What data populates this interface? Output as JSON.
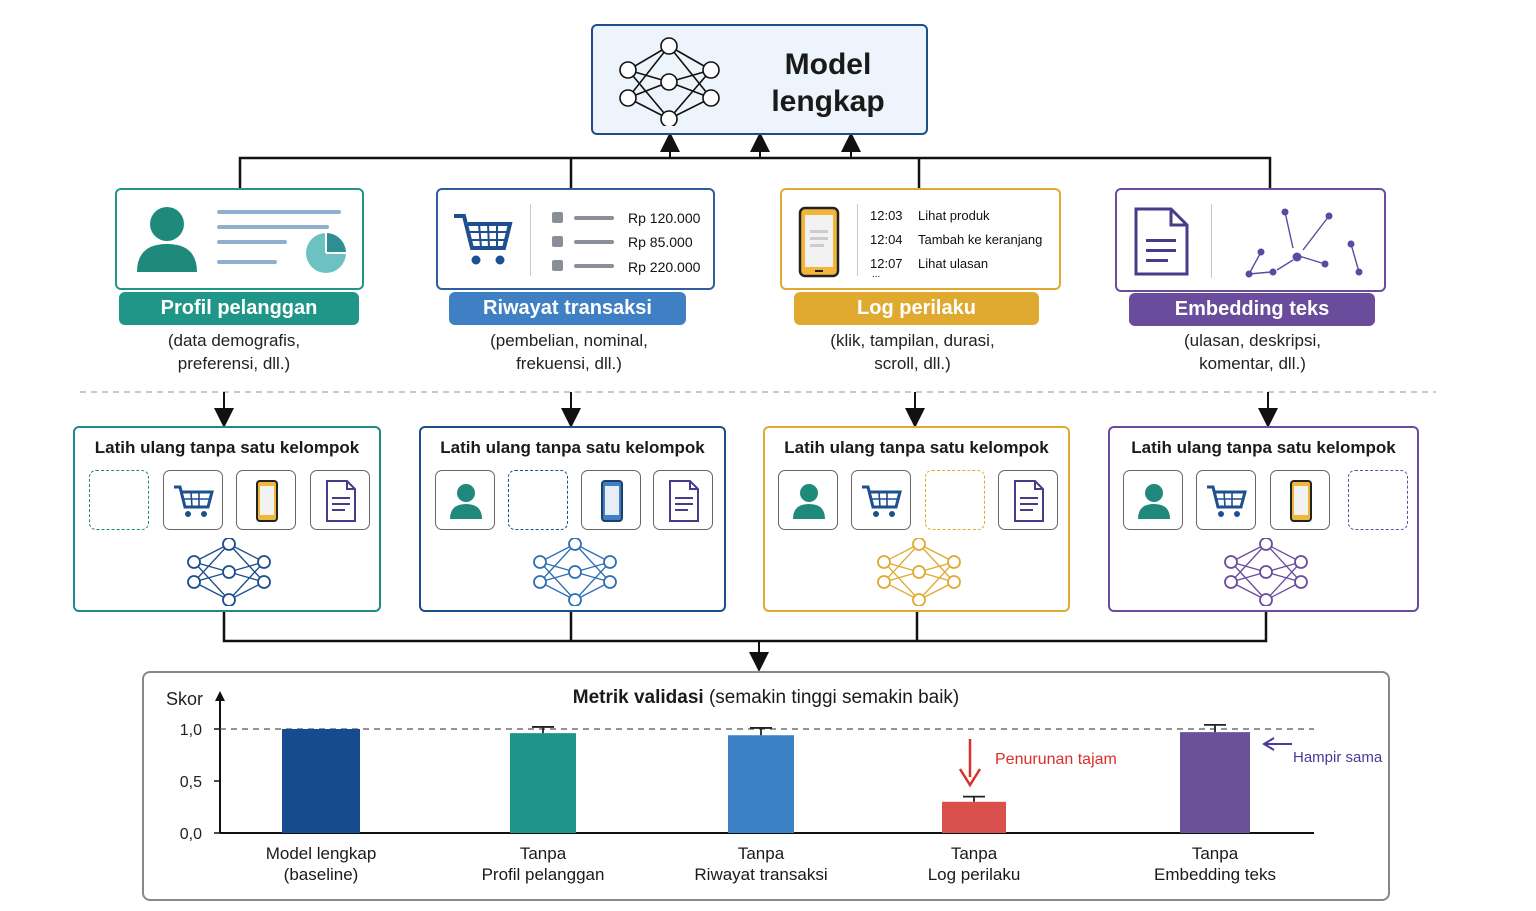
{
  "top": {
    "title_line1": "Model",
    "title_line2": "lengkap"
  },
  "groups": [
    {
      "label": "Profil pelanggan",
      "desc1": "(data demografis,",
      "desc2": "preferensi, dll.)",
      "color": "#1f9688"
    },
    {
      "label": "Riwayat transaksi",
      "desc1": "(pembelian, nominal,",
      "desc2": "frekuensi, dll.)",
      "color": "#3f7fc4"
    },
    {
      "label": "Log perilaku",
      "desc1": "(klik, tampilan, durasi,",
      "desc2": "scroll, dll.)",
      "color": "#e0aa31"
    },
    {
      "label": "Embedding teks",
      "desc1": "(ulasan, deskripsi,",
      "desc2": "komentar, dll.)",
      "color": "#6a4c9c"
    }
  ],
  "transactions": [
    "Rp 120.000",
    "Rp 85.000",
    "Rp 220.000"
  ],
  "log": [
    {
      "time": "12:03",
      "event": "Lihat produk"
    },
    {
      "time": "12:04",
      "event": "Tambah ke keranjang"
    },
    {
      "time": "12:07",
      "event": "Lihat ulasan"
    }
  ],
  "log_more": "...",
  "retrain_title": "Latih ulang tanpa satu kelompok",
  "colors": {
    "profil": "#1f9688",
    "transaksi": "#3f7fc4",
    "log": "#e0aa31",
    "teks": "#6a4c9c",
    "baseline": "#164b8f",
    "drop": "#d9504c",
    "border_retrain_1": "#1f8a88",
    "border_retrain_2": "#1d4e8c",
    "border_retrain_3": "#e0aa31",
    "border_retrain_4": "#6a4c9c"
  },
  "chart_data": {
    "type": "bar",
    "title_bold": "Metrik validasi",
    "title_rest": " (semakin tinggi semakin baik)",
    "ylabel": "Skor",
    "ylim": [
      0,
      1.0
    ],
    "yticks": [
      "1,0",
      "0,5",
      "0,0"
    ],
    "reference_line": 1.0,
    "categories": [
      [
        "Model lengkap",
        "(baseline)"
      ],
      [
        "Tanpa",
        "Profil pelanggan"
      ],
      [
        "Tanpa",
        "Riwayat transaksi"
      ],
      [
        "Tanpa",
        "Log perilaku"
      ],
      [
        "Tanpa",
        "Embedding teks"
      ]
    ],
    "values": [
      1.0,
      0.96,
      0.94,
      0.3,
      0.97
    ],
    "error": [
      0,
      0.06,
      0.07,
      0.05,
      0.07
    ],
    "colors": [
      "#164b8f",
      "#1d9488",
      "#3b81c4",
      "#d9504c",
      "#6a5298"
    ],
    "annotations": [
      {
        "text": "Penurunan tajam",
        "color": "#d9302c"
      },
      {
        "text": "Hampir sama",
        "color": "#4a3a9a"
      }
    ]
  }
}
